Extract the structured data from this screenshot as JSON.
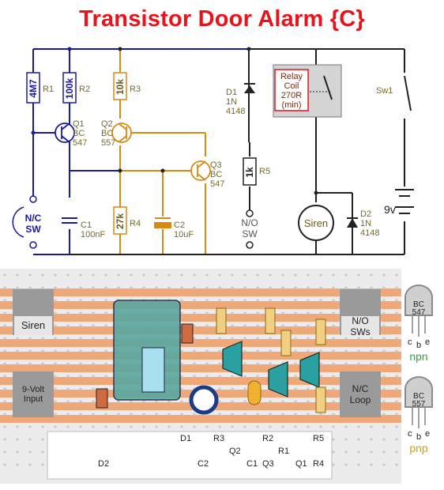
{
  "title": "Transistor Door Alarm {C}",
  "schematic": {
    "components": [
      {
        "ref": "R1",
        "value": "4M7"
      },
      {
        "ref": "R2",
        "value": "100k"
      },
      {
        "ref": "R3",
        "value": "10k"
      },
      {
        "ref": "R4",
        "value": "27k"
      },
      {
        "ref": "R5",
        "value": "1k"
      },
      {
        "ref": "Q1",
        "part": "BC",
        "part2": "547"
      },
      {
        "ref": "Q2",
        "part": "BC",
        "part2": "557"
      },
      {
        "ref": "Q3",
        "part": "BC",
        "part2": "547"
      },
      {
        "ref": "C1",
        "value": "100nF"
      },
      {
        "ref": "C2",
        "value": "10uF"
      },
      {
        "ref": "D1",
        "part": "1N",
        "part2": "4148"
      },
      {
        "ref": "D2",
        "part": "1N",
        "part2": "4148"
      },
      {
        "ref": "Sw1"
      },
      {
        "ref": "9v"
      }
    ],
    "relay": [
      "Relay",
      "Coil",
      "270R",
      "(min)"
    ],
    "siren": "Siren",
    "nc_switch": [
      "N/C",
      "SW"
    ],
    "no_switch": [
      "N/O",
      "SW"
    ]
  },
  "board": {
    "left_labels": [
      "Siren",
      "9-Volt",
      "Input"
    ],
    "right_labels": [
      "N/O",
      "SWs",
      "N/C",
      "Loop"
    ],
    "bottom_row1": [
      "D1",
      "R3",
      "R2",
      "R5"
    ],
    "bottom_row2": [
      "D2",
      "C2",
      "Q2",
      "C1",
      "Q3",
      "R1",
      "Q1",
      "R4"
    ]
  },
  "legend": {
    "npn": {
      "part": "BC",
      "part2": "547",
      "pins": [
        "c",
        "b",
        "e"
      ],
      "label": "npn"
    },
    "pnp": {
      "part": "BC",
      "part2": "557",
      "pins": [
        "c",
        "b",
        "e"
      ],
      "label": "pnp"
    }
  },
  "colors": {
    "title": "#e8141b",
    "wire_blue": "#1a1aa0",
    "wire_orange": "#d98a14",
    "wire_brown": "#6e5a1a",
    "strip": "#f0a878",
    "npn_label": "#3aa040",
    "pnp_label": "#c8a020"
  }
}
